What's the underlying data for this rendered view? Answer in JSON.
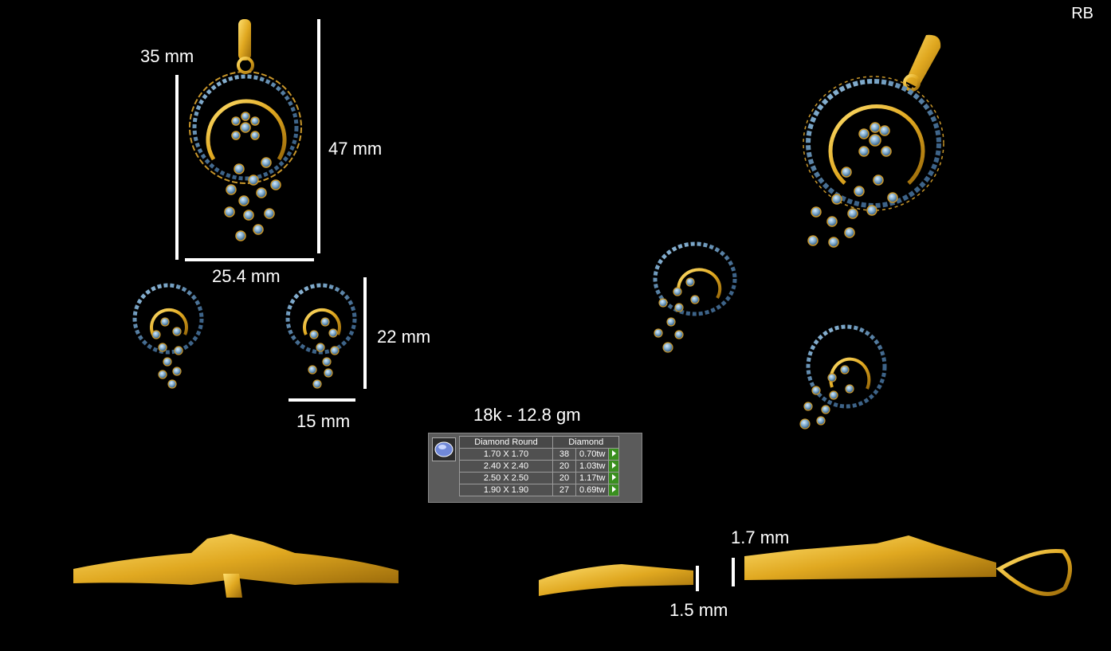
{
  "corner_label": "RB",
  "dimensions": {
    "pendant_height_inner": "35 mm",
    "pendant_height_total": "47 mm",
    "pendant_width": "25.4 mm",
    "earring_height": "22 mm",
    "earring_width": "15 mm",
    "side_thickness_a": "1.7 mm",
    "side_thickness_b": "1.5 mm"
  },
  "metal_weight": "18k - 12.8 gm",
  "stone_table": {
    "header_left": "Diamond Round",
    "header_right": "Diamond",
    "rows": [
      {
        "size": "1.70 X 1.70",
        "count": "38",
        "weight": "0.70tw"
      },
      {
        "size": "2.40 X 2.40",
        "count": "20",
        "weight": "1.03tw"
      },
      {
        "size": "2.50 X 2.50",
        "count": "20",
        "weight": "1.17tw"
      },
      {
        "size": "1.90 X 1.90",
        "count": "27",
        "weight": "0.69tw"
      }
    ]
  },
  "colors": {
    "gold": "#e0a820",
    "stone": "#7aa6c8",
    "background": "#000000"
  }
}
